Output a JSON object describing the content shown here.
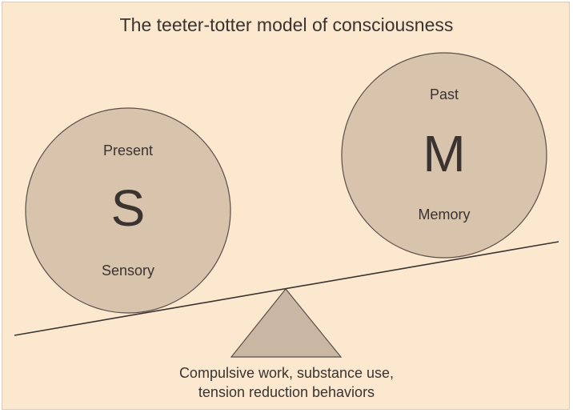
{
  "title": "The teeter-totter model of consciousness",
  "left_circle": {
    "top_label": "Present",
    "letter": "S",
    "bottom_label": "Sensory"
  },
  "right_circle": {
    "top_label": "Past",
    "letter": "M",
    "bottom_label": "Memory"
  },
  "fulcrum_caption": {
    "line1": "Compulsive work, substance use,",
    "line2": "tension reduction behaviors"
  },
  "colors": {
    "background": "#fbe8cf",
    "circle_fill": "#d8c3ad",
    "triangle_fill": "#c9b6a3",
    "stroke": "#5a4e47",
    "text": "#3a3330"
  }
}
